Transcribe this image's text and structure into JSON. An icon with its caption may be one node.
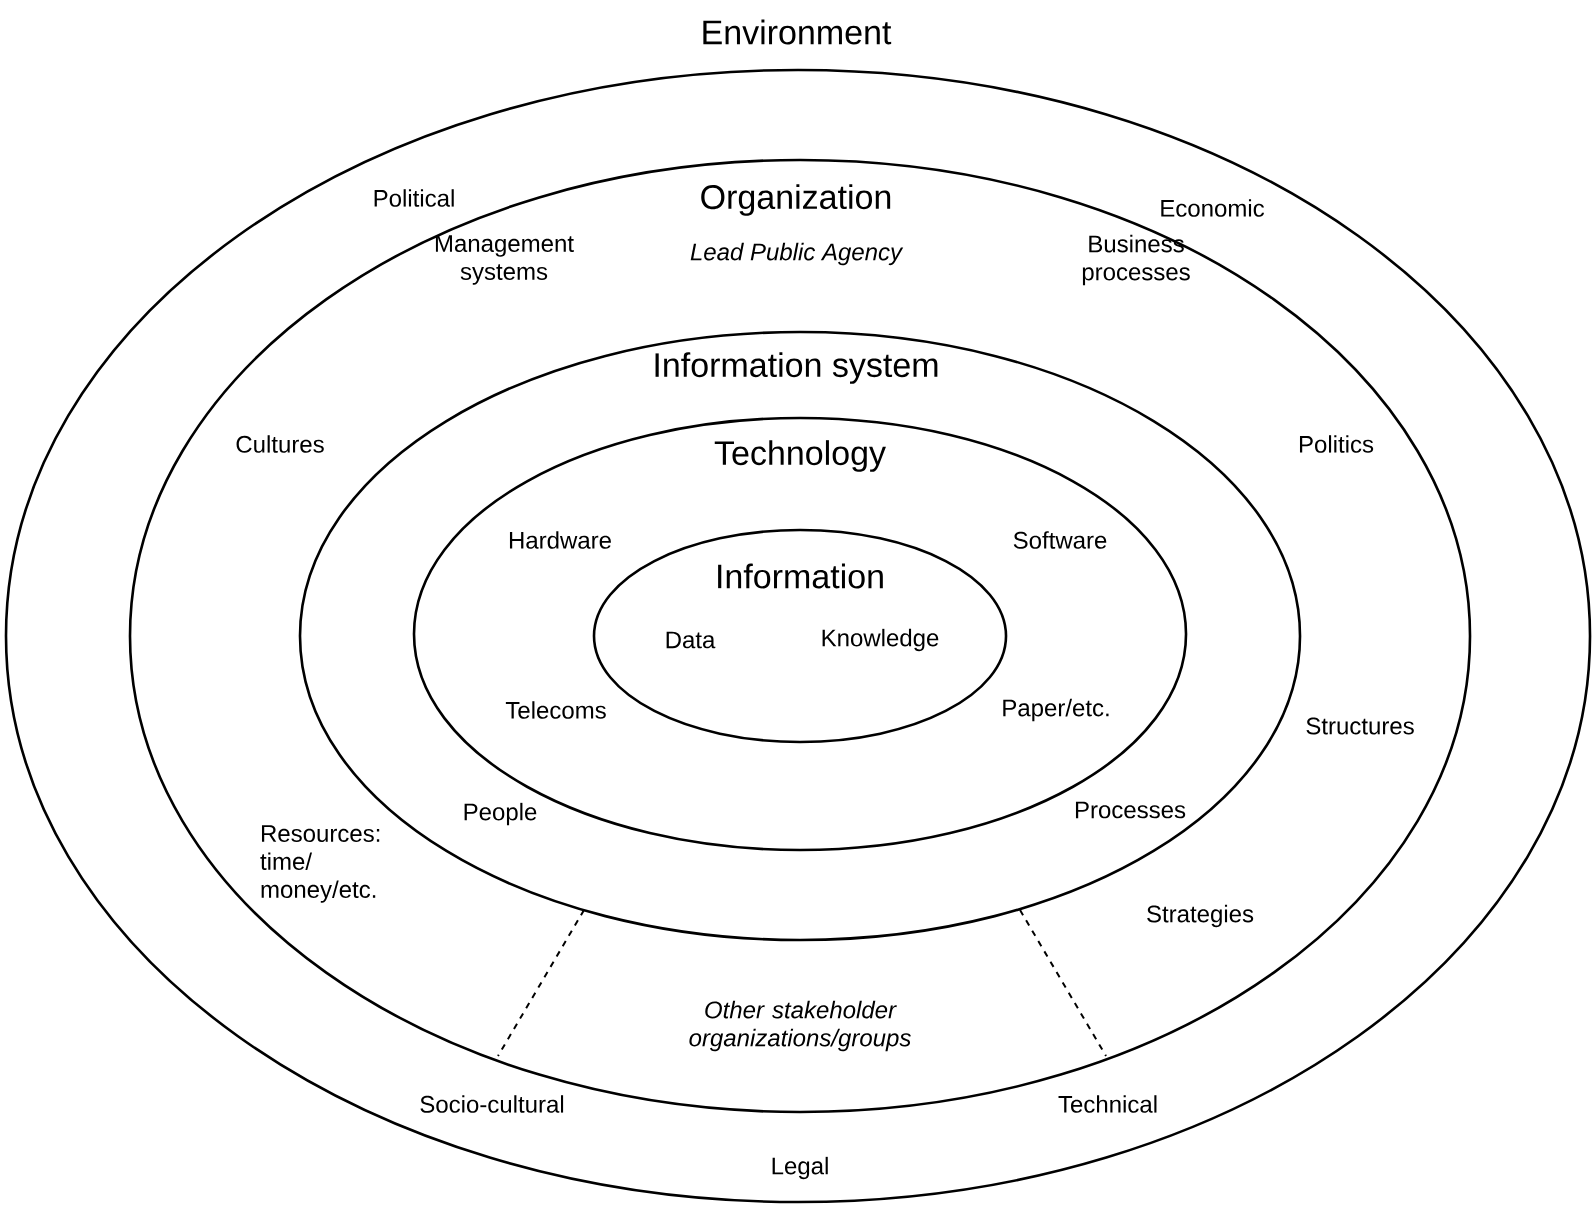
{
  "diagram": {
    "nodes": [
      {
        "text": [
          "Environment",
          "Political",
          "Economic",
          "Socio-cultural",
          "Technical",
          "Legal"
        ]
      },
      {
        "text": [
          "Organization",
          "Management systems",
          "Lead Public Agency",
          "Business processes",
          "Cultures",
          "Politics",
          "Resources: time/ money/etc.",
          "Structures",
          "Strategies"
        ],
        "in": 0
      },
      {
        "text": [
          "Other stakeholder organizations/groups"
        ],
        "in": 1
      },
      {
        "text": [
          "Information system",
          "People",
          "Processes"
        ],
        "in": 1
      },
      {
        "text": [
          "Technology",
          "Hardware",
          "Software",
          "Telecoms",
          "Paper/etc."
        ],
        "in": 3
      },
      {
        "text": [
          "Information",
          "Data",
          "Knowledge"
        ],
        "in": 4
      }
    ]
  }
}
